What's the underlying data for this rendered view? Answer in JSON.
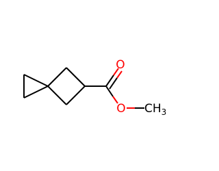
{
  "molecule": {
    "atoms": {
      "carbonyl_oxygen": {
        "label": "O",
        "color": "#ff0000"
      },
      "ester_oxygen": {
        "label": "O",
        "color": "#ff0000"
      },
      "methyl": {
        "label": "CH",
        "subscript": "3",
        "color": "#000000"
      }
    },
    "bond_color": "#000000",
    "heteroatom_color": "#ff0000"
  }
}
